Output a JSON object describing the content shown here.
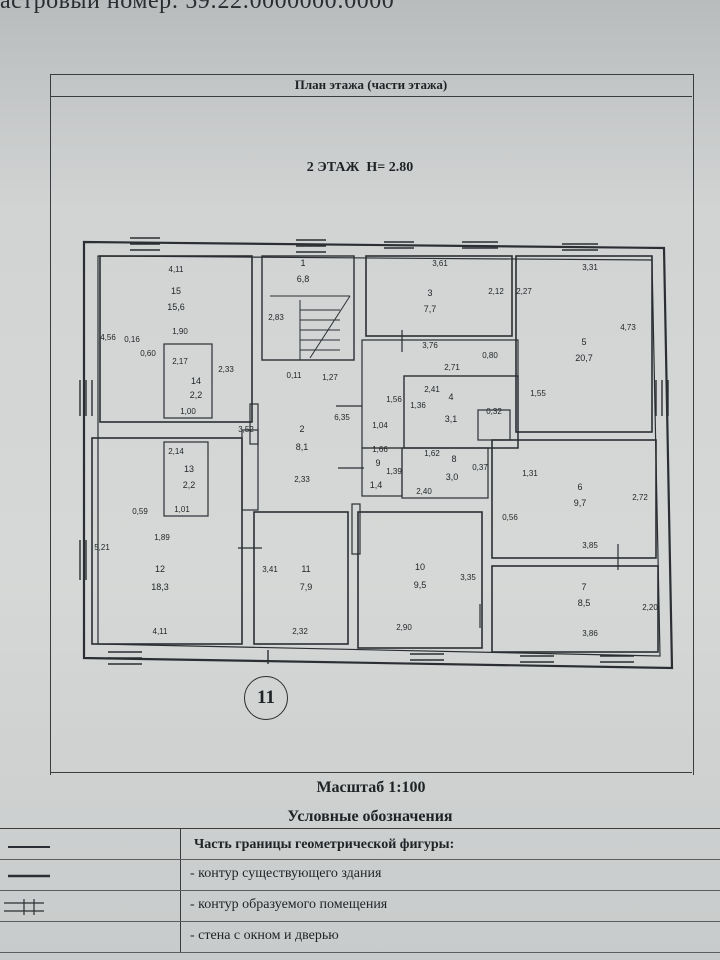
{
  "header": {
    "cadastral_line": "астровый номер: 59:22:0000000:0000"
  },
  "plan": {
    "title": "План этажа (части этажа)",
    "floor_label": "2 ЭТАЖ",
    "height_label": "H= 2.80",
    "axis_mark": "11",
    "rooms": [
      {
        "num": "1",
        "area": "6,8"
      },
      {
        "num": "2",
        "area": "8,1"
      },
      {
        "num": "3",
        "area": "7,7"
      },
      {
        "num": "4",
        "area": "3,1"
      },
      {
        "num": "5",
        "area": "20,7"
      },
      {
        "num": "6",
        "area": "9,7"
      },
      {
        "num": "7",
        "area": "8,5"
      },
      {
        "num": "8",
        "area": "3,0"
      },
      {
        "num": "9",
        "area": "1,4"
      },
      {
        "num": "10",
        "area": "9,5"
      },
      {
        "num": "11",
        "area": "7,9"
      },
      {
        "num": "12",
        "area": "18,3"
      },
      {
        "num": "13",
        "area": "2,2"
      },
      {
        "num": "14",
        "area": "2,2"
      },
      {
        "num": "15",
        "area": "15,6"
      }
    ],
    "dimensions": [
      "4,11",
      "4,56",
      "0,16",
      "0,60",
      "1,90",
      "2,17",
      "2,33",
      "1,00",
      "3,61",
      "2,12",
      "2,27",
      "3,31",
      "4,73",
      "3,76",
      "0,80",
      "2,71",
      "1,55",
      "2,41",
      "1,36",
      "1,56",
      "1,04",
      "6,35",
      "3,52",
      "0,11",
      "1,27",
      "2,83",
      "2,33",
      "1,66",
      "1,39",
      "1,62",
      "2,40",
      "0,32",
      "0,37",
      "1,31",
      "0,56",
      "2,72",
      "3,85",
      "2,14",
      "0,59",
      "1,01",
      "1,89",
      "5,21",
      "4,11",
      "3,41",
      "2,32",
      "3,35",
      "2,90",
      "2,20",
      "3,86"
    ]
  },
  "scale": {
    "label": "Масштаб 1:100"
  },
  "legend": {
    "title": "Условные обозначения",
    "header": "Часть границы геометрической фигуры:",
    "items": [
      "- контур существующего здания",
      "- контур образуемого помещения",
      "- стена с окном и дверью"
    ]
  }
}
